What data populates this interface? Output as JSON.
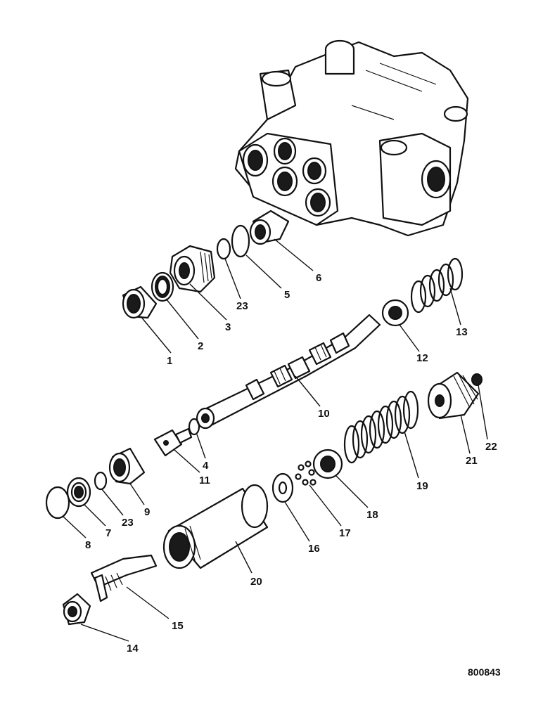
{
  "diagram": {
    "reference_code": "800843",
    "callouts": {
      "c1": "1",
      "c2": "2",
      "c3": "3",
      "c4": "4",
      "c5": "5",
      "c6": "6",
      "c7": "7",
      "c8": "8",
      "c9": "9",
      "c10": "10",
      "c11": "11",
      "c12": "12",
      "c13": "13",
      "c14": "14",
      "c15": "15",
      "c16": "16",
      "c17": "17",
      "c18": "18",
      "c19": "19",
      "c20": "20",
      "c21": "21",
      "c22": "22",
      "c23a": "23",
      "c23b": "23"
    }
  }
}
